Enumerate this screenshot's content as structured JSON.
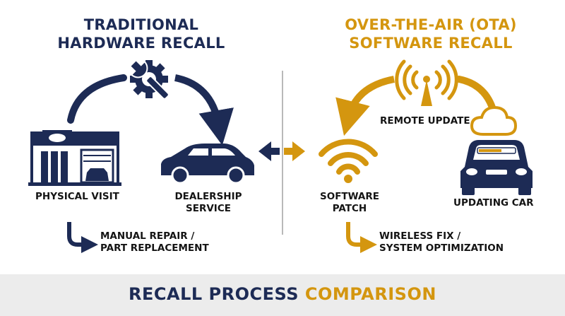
{
  "left": {
    "title_line1": "TRADITIONAL",
    "title_line2": "HARDWARE RECALL",
    "physical_visit": "PHYSICAL VISIT",
    "dealership_line1": "DEALERSHIP",
    "dealership_line2": "SERVICE",
    "repair_line1": "MANUAL REPAIR /",
    "repair_line2": "PART REPLACEMENT"
  },
  "right": {
    "title_line1": "OVER-THE-AIR (OTA)",
    "title_line2": "SOFTWARE RECALL",
    "remote_update": "REMOTE UPDATE",
    "patch_line1": "SOFTWARE",
    "patch_line2": "PATCH",
    "updating_car": "UPDATING CAR",
    "fix_line1": "WIRELESS FIX /",
    "fix_line2": "SYSTEM OPTIMIZATION"
  },
  "footer": {
    "part1": "RECALL PROCESS ",
    "part2": "COMPARISON"
  },
  "colors": {
    "navy": "#1d2b55",
    "gold": "#d4960f"
  }
}
